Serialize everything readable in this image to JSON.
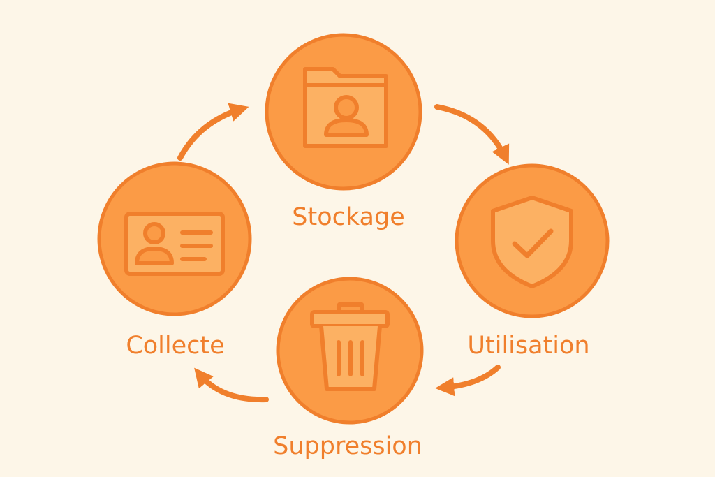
{
  "colors": {
    "background": "#fdf6e8",
    "circle_fill": "#fb9b46",
    "stroke": "#f07f2c",
    "icon_fill": "#fcb163"
  },
  "stages": {
    "stockage": {
      "label": "Stockage",
      "icon": "folder-user-icon"
    },
    "utilisation": {
      "label": "Utilisation",
      "icon": "shield-check-icon"
    },
    "suppression": {
      "label": "Suppression",
      "icon": "trash-icon"
    },
    "collecte": {
      "label": "Collecte",
      "icon": "id-card-icon"
    }
  }
}
